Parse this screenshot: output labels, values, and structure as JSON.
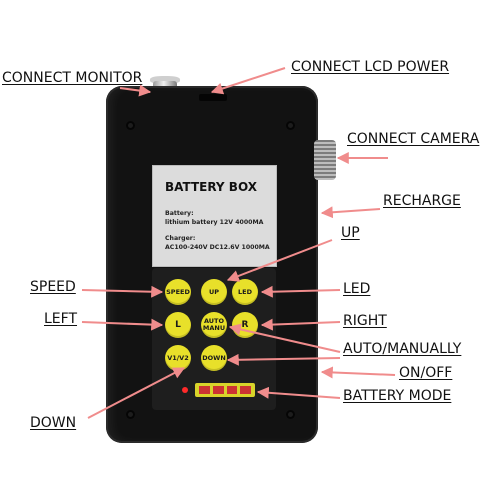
{
  "device": {
    "sticker_title": "BATTERY BOX",
    "battery_heading": "Battery:",
    "battery_spec": "lithium battery  12V 4000MA",
    "charger_heading": "Charger:",
    "charger_spec": "AC100-240V DC12.6V 1000MA"
  },
  "buttons": {
    "speed": "SPEED",
    "up": "UP",
    "led": "LED",
    "left": "L",
    "auto_manu_1": "AUTO",
    "auto_manu_2": "MANU",
    "right": "R",
    "v1v2": "V1/V2",
    "down": "DOWN"
  },
  "labels": {
    "connect_monitor": "CONNECT MONITOR",
    "connect_lcd_power": "CONNECT LCD POWER",
    "connect_camera": "CONNECT CAMERA",
    "recharge": "RECHARGE",
    "up": "UP",
    "speed": "SPEED",
    "led": "LED",
    "left": "LEFT",
    "right": "RIGHT",
    "auto_manually": "AUTO/MANUALLY",
    "on_off": "ON/OFF",
    "battery_mode": "BATTERY MODE",
    "down": "DOWN"
  },
  "colors": {
    "arrow": "#f08c8c",
    "button": "#e8e02a",
    "device": "#121212"
  }
}
